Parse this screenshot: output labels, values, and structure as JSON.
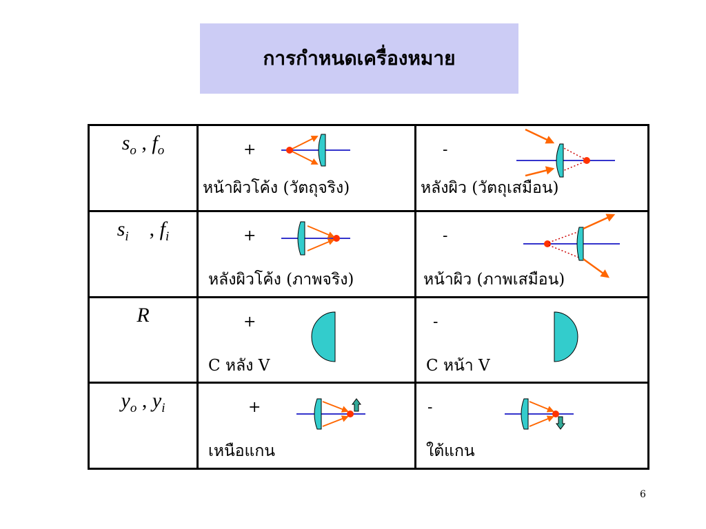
{
  "slide": {
    "title": "การกำหนดเครื่องหมาย",
    "page_number": "6"
  },
  "table": {
    "rows": [
      {
        "symbol": {
          "a": "s",
          "a_sub": "o",
          "sep": " ,  ",
          "b": "f",
          "b_sub": "o"
        },
        "pos_sign": "+",
        "pos_caption": "หน้าผิวโค้ง (วัตถุจริง)",
        "neg_sign": "-",
        "neg_caption": "หลังผิว (วัตถุเสมือน)"
      },
      {
        "symbol": {
          "a": "s",
          "a_sub": "i",
          "sep": "    , ",
          "b": "f",
          "b_sub": "i"
        },
        "pos_sign": "+",
        "pos_caption": "หลังผิวโค้ง (ภาพจริง)",
        "neg_sign": "-",
        "neg_caption": "หน้าผิว (ภาพเสมือน)"
      },
      {
        "symbol": {
          "a": "R",
          "a_sub": "",
          "sep": "",
          "b": "",
          "b_sub": ""
        },
        "pos_sign": "+",
        "pos_caption": "C  หลัง  V",
        "neg_sign": "-",
        "neg_caption": "C  หน้า  V"
      },
      {
        "symbol": {
          "a": "y",
          "a_sub": "o",
          "sep": " , ",
          "b": "y",
          "b_sub": "i"
        },
        "pos_sign": "+",
        "pos_caption": "เหนือแกน",
        "neg_sign": "-",
        "neg_caption": "ใต้แกน"
      }
    ]
  },
  "colors": {
    "title_bg": "#ccccf5",
    "lens_fill": "#33cccc",
    "axis": "#3333cc",
    "ray": "#ff6600",
    "point": "#ff3300"
  }
}
